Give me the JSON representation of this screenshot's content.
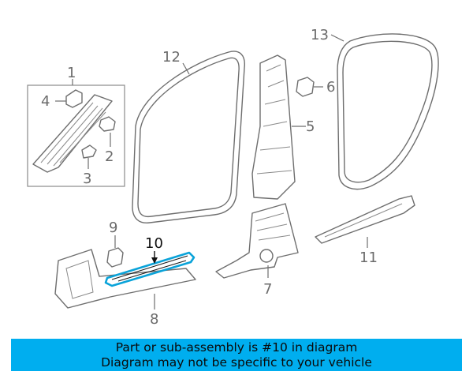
{
  "callouts": {
    "c1": "1",
    "c2": "2",
    "c3": "3",
    "c4": "4",
    "c5": "5",
    "c6": "6",
    "c7": "7",
    "c8": "8",
    "c9": "9",
    "c10": "10",
    "c11": "11",
    "c12": "12",
    "c13": "13"
  },
  "highlight_color": "#00aeef",
  "banner": {
    "line1": "Part or sub-assembly is #10 in diagram",
    "line2": "Diagram may not be specific to your vehicle"
  }
}
